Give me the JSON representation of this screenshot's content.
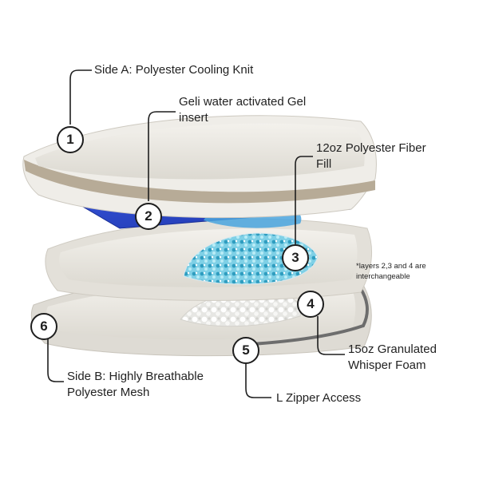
{
  "callouts": [
    {
      "number": "1",
      "label": "Side A: Polyester Cooling Knit"
    },
    {
      "number": "2",
      "label": "Geli water activated Gel insert"
    },
    {
      "number": "3",
      "label": "12oz Polyester Fiber Fill"
    },
    {
      "number": "4",
      "label": "15oz Granulated Whisper Foam"
    },
    {
      "number": "5",
      "label": "L Zipper Access"
    },
    {
      "number": "6",
      "label": "Side B: Highly Breathable Polyester Mesh"
    }
  ],
  "label_lines": {
    "l1": "Side A: Polyester Cooling Knit",
    "l2a": "Geli water activated Gel",
    "l2b": "insert",
    "l3a": "12oz Polyester Fiber",
    "l3b": "Fill",
    "l4a": "15oz Granulated",
    "l4b": "Whisper Foam",
    "l5": "L Zipper Access",
    "l6a": "Side B: Highly Breathable",
    "l6b": "Polyester Mesh"
  },
  "note_lines": {
    "a": "*layers 2,3 and 4 are",
    "b": "interchangeable"
  },
  "colors": {
    "pillow": "#eceae4",
    "piping": "#b7ab97",
    "gel": "#2a47c9",
    "fiber": "#4fb5d2",
    "foam": "#f2f2f0"
  }
}
